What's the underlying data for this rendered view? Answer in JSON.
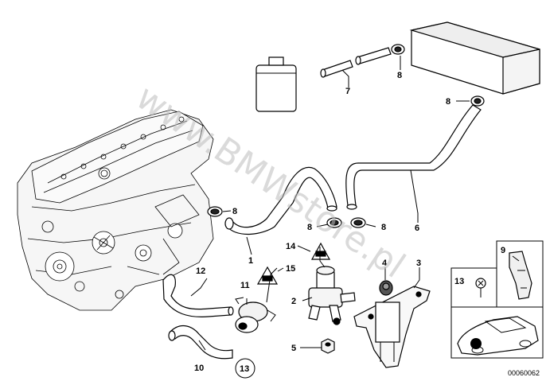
{
  "watermark": "www.BMWstore.pl",
  "diagram_number": "00060062",
  "callouts": {
    "c1": "1",
    "c2": "2",
    "c3": "3",
    "c4": "4",
    "c5": "5",
    "c6": "6",
    "c7": "7",
    "c8a": "8",
    "c8b": "8",
    "c8c": "8",
    "c8d": "8",
    "c8e": "8",
    "c9": "9",
    "c10": "10",
    "c11": "11",
    "c12": "12",
    "c13a": "13",
    "c13b": "13",
    "c14": "14",
    "c15": "15"
  }
}
